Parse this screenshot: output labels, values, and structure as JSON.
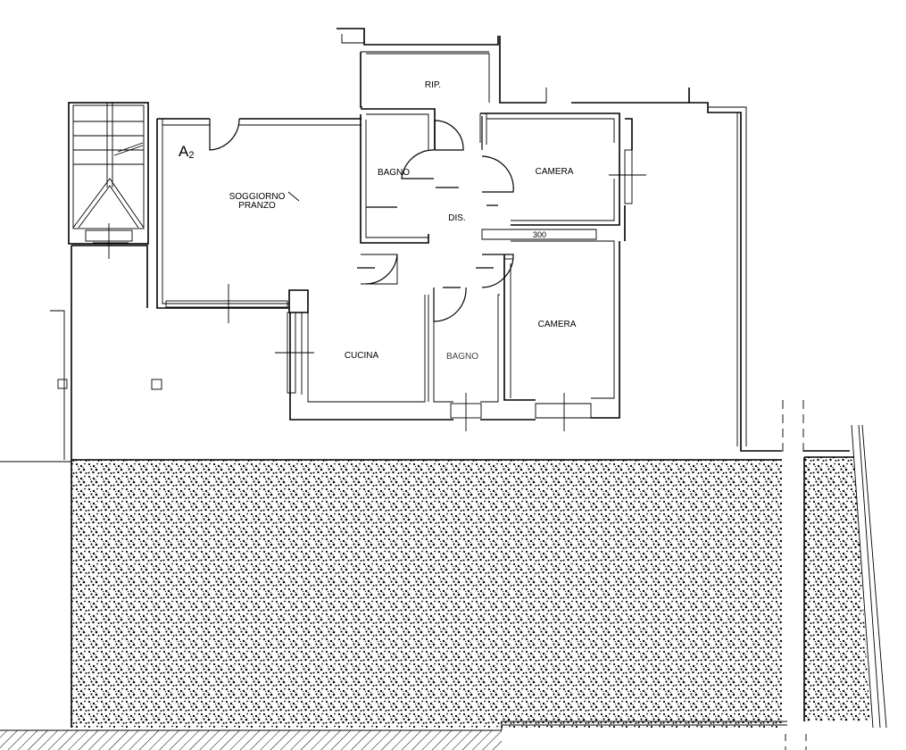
{
  "unit_label": {
    "main": "A",
    "sub": "2"
  },
  "rooms": {
    "soggiorno_line1": "SOGGIORNO",
    "soggiorno_line2": "PRANZO",
    "bagno_1": "BAGNO",
    "ripostiglio": "RIP.",
    "disimpegno": "DIS.",
    "camera_1": "CAMERA",
    "camera_2": "CAMERA",
    "cucina": "CUCINA",
    "bagno_2": "BAGNO"
  },
  "dimension": {
    "camera_wall": "300"
  },
  "colors": {
    "line": "#000000",
    "background": "#ffffff",
    "gravel": "#000000"
  }
}
